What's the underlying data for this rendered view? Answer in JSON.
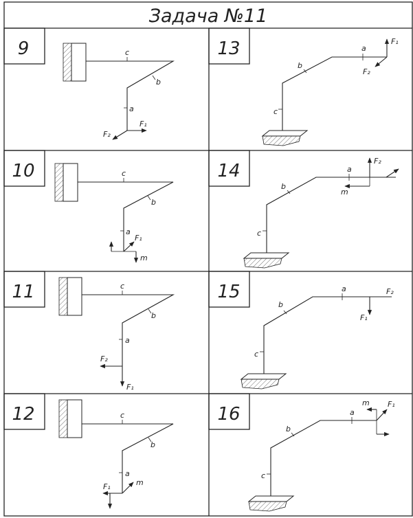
{
  "title": "Задача №11",
  "panels": [
    {
      "number": "9",
      "labels": {
        "c": "c",
        "b": "b",
        "a": "a",
        "F1": "F₁",
        "F2": "F₂"
      }
    },
    {
      "number": "13",
      "labels": {
        "c": "c",
        "b": "b",
        "a": "a",
        "F1": "F₁",
        "F2": "F₂"
      }
    },
    {
      "number": "10",
      "labels": {
        "c": "c",
        "b": "b",
        "a": "a",
        "F1": "F₁",
        "m": "m"
      }
    },
    {
      "number": "14",
      "labels": {
        "c": "c",
        "b": "b",
        "a": "a",
        "F2": "F₂",
        "m": "m"
      }
    },
    {
      "number": "11",
      "labels": {
        "c": "c",
        "b": "b",
        "a": "a",
        "F1": "F₁",
        "F2": "F₂"
      }
    },
    {
      "number": "15",
      "labels": {
        "c": "c",
        "b": "b",
        "a": "a",
        "F1": "F₁",
        "F2": "F₂"
      }
    },
    {
      "number": "12",
      "labels": {
        "c": "c",
        "b": "b",
        "a": "a",
        "F1": "F₁",
        "m": "m"
      }
    },
    {
      "number": "16",
      "labels": {
        "c": "c",
        "b": "b",
        "a": "a",
        "F1": "F₁",
        "m": "m"
      }
    }
  ]
}
